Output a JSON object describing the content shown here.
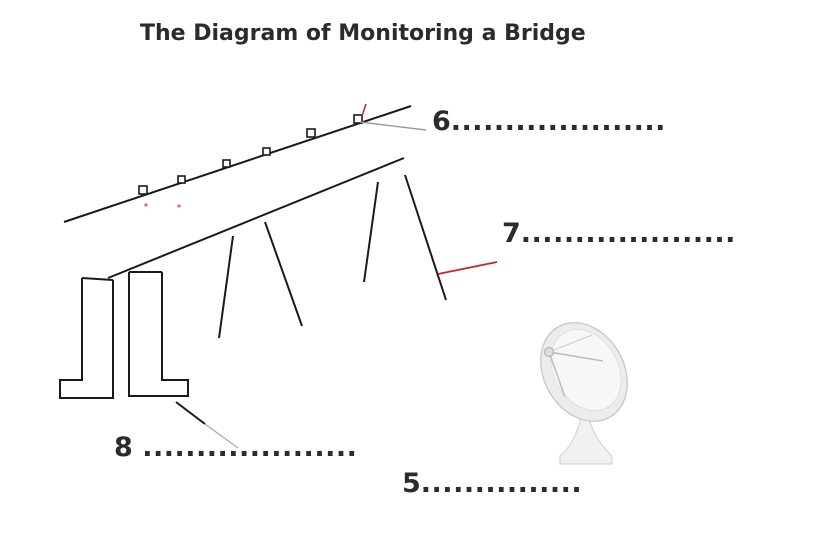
{
  "title": "The Diagram of Monitoring a Bridge",
  "labels": [
    {
      "id": "label-6",
      "number": "6",
      "blank": "...................."
    },
    {
      "id": "label-7",
      "number": "7",
      "blank": "...................."
    },
    {
      "id": "label-8",
      "number": "8",
      "blank": "...................."
    },
    {
      "id": "label-5",
      "number": "5",
      "blank": "..............."
    }
  ],
  "colors": {
    "line": "#1a1a1a",
    "pointer_grey": "#888888",
    "pointer_red": "#cc2222",
    "dish": "#e6e6e6"
  },
  "icons": [
    "satellite-dish-icon"
  ]
}
